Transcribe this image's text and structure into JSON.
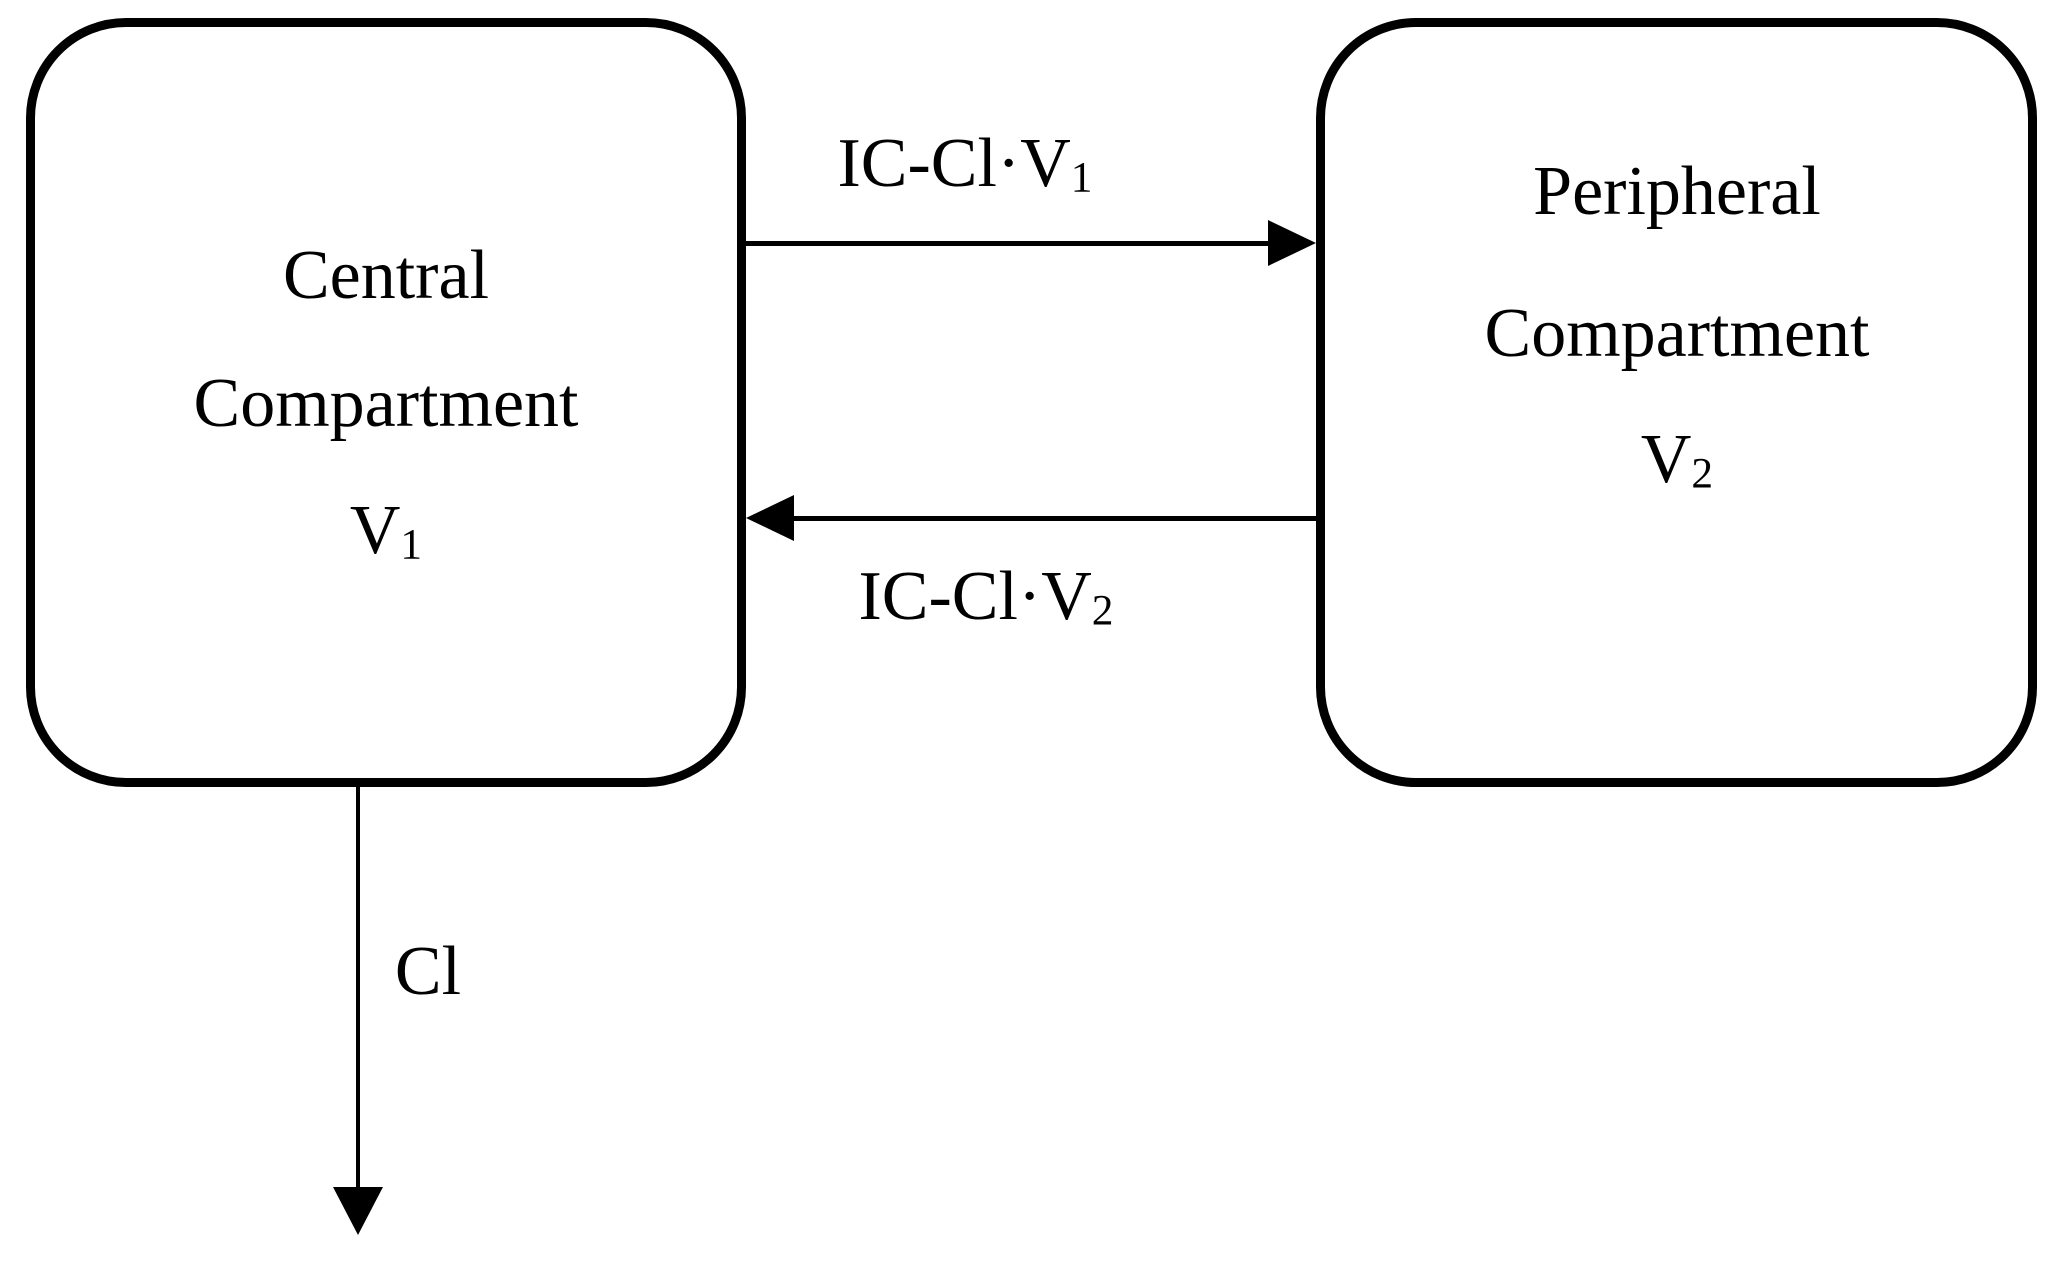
{
  "page": {
    "background_color": "#ffffff",
    "line_color": "#000000"
  },
  "boxes": {
    "central": {
      "title_line1": "Central",
      "title_line2": "Compartment",
      "volume_symbol": "V",
      "volume_subscript": "1"
    },
    "peripheral": {
      "title_line1": "Peripheral",
      "title_line2": "Compartment",
      "volume_symbol": "V",
      "volume_subscript": "2"
    }
  },
  "arrows": {
    "central_to_peripheral": {
      "label_main": "IC-Cl·V",
      "label_subscript": "1"
    },
    "peripheral_to_central": {
      "label_main": "IC-Cl·V",
      "label_subscript": "2"
    },
    "elimination": {
      "label": "Cl"
    }
  }
}
